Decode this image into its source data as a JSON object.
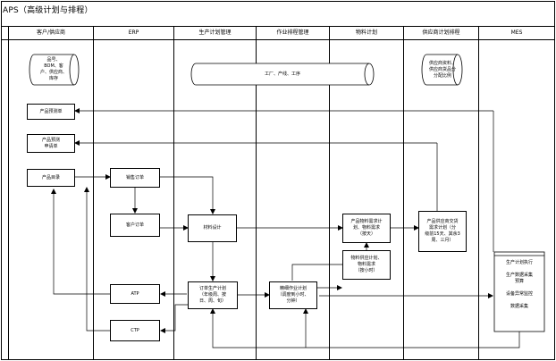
{
  "title": "APS（高级计划与排程）",
  "lanes": [
    "客户/供应商",
    "ERP",
    "生产计划管理",
    "作业排程管理",
    "物料计划",
    "供应商计划排程",
    "MES"
  ],
  "datastores": {
    "master_data": "品号、\nBOM、客\n户、供应商、\n库存",
    "factory": "工厂、产线、工序",
    "supplier_info": "供应商资料、\n供应商货品分\n分配比例"
  },
  "nodes": {
    "product_forecast": "产品预测单",
    "product_forecast_request": "产品预测\n申请单",
    "product_catalog": "产品目录",
    "sales_order": "销售订单",
    "customer_order": "客户订单",
    "material_design": "材料设计",
    "material_request_plan": "产品物料需求计\n划、物料需求\n（按天）",
    "supplier_delivery_plan": "产品供应商交货\n需求计划（分\n级前15天、其余3\n周、三月）",
    "material_supply_plan": "物料供应计划、\n物料需求\n（按小时）",
    "order_production_plan": "订单生产计划\n（年级周、按\n日、周、旬）",
    "fine_schedule": "精细作业计划\n（调度到小时、\n分钟）",
    "atp": "ATP",
    "ctp": "CTP",
    "mes_box": "生产计划执行\n\n生产数据采集\n预算\n\n设备异常监控\n\n数据采集"
  }
}
